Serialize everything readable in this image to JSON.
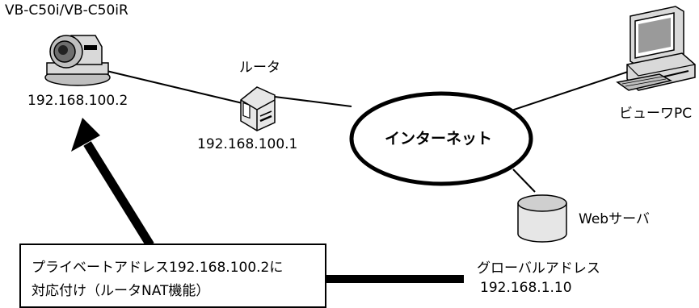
{
  "camera": {
    "model": "VB-C50i/VB-C50iR",
    "ip": "192.168.100.2"
  },
  "router": {
    "name": "ルータ",
    "ip": "192.168.100.1"
  },
  "internet": {
    "label": "インターネット"
  },
  "viewer_pc": {
    "label": "ビューワPC"
  },
  "web_server": {
    "label": "Webサーバ"
  },
  "global_address": {
    "title": "グローバルアドレス",
    "ip": "192.168.1.10"
  },
  "note": {
    "line1": "プライベートアドレス192.168.100.2に",
    "line2": "対応付け（ルータNAT機能）"
  },
  "icons": [
    "camera-icon",
    "router-icon",
    "computer-icon",
    "server-icon"
  ]
}
